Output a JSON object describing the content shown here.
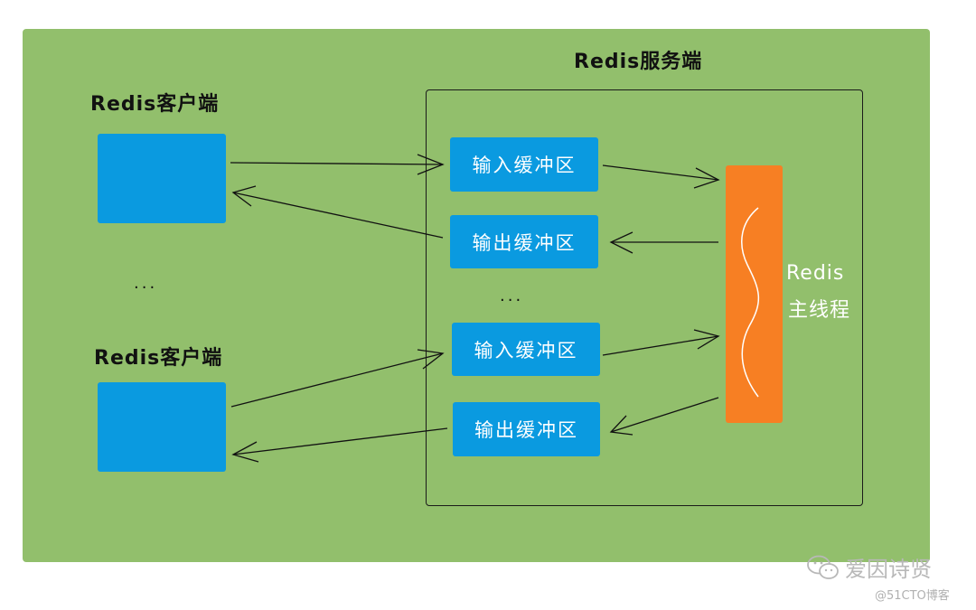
{
  "server": {
    "title": "Redis服务端"
  },
  "clients": [
    {
      "label": "Redis客户端"
    },
    {
      "label": "Redis客户端"
    }
  ],
  "client_ellipsis": "...",
  "buffers": [
    {
      "label": "输入缓冲区"
    },
    {
      "label": "输出缓冲区"
    },
    {
      "label": "输入缓冲区"
    },
    {
      "label": "输出缓冲区"
    }
  ],
  "buffer_ellipsis": "...",
  "main_thread": {
    "line1": "Redis",
    "line2": "主线程"
  },
  "watermark": {
    "name": "爱因诗贤",
    "icon": "wechat-icon"
  },
  "site": "@51CTO博客",
  "colors": {
    "panel": "#92bf6c",
    "client_box": "#0a9ae0",
    "buffer_box": "#0a9ae0",
    "thread": "#f77f23"
  }
}
